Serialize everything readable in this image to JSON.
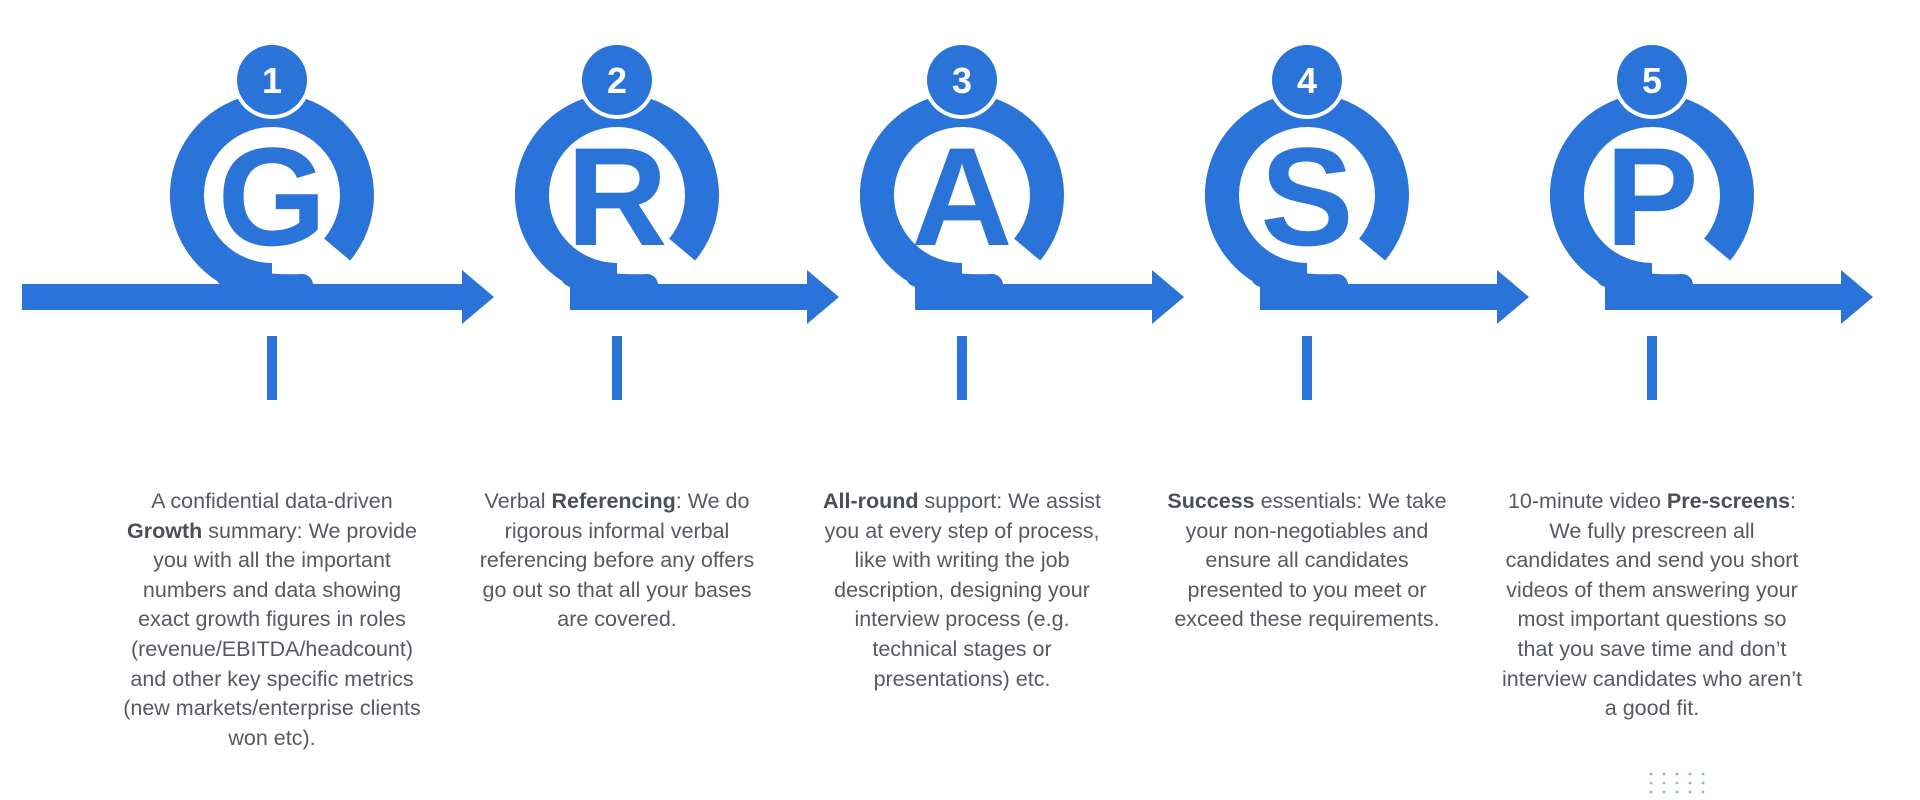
{
  "colors": {
    "accent": "#2a73d8",
    "text": "#555a60",
    "background": "#ffffff"
  },
  "steps": [
    {
      "number": "1",
      "letter": "G",
      "text_before": "A confidential data-driven ",
      "bold": "Growth",
      "text_after": " summary: We provide you with all the important numbers and data showing exact growth figures in roles (revenue/EBITDA/headcount) and other key specific metrics (new markets/enterprise clients won etc)."
    },
    {
      "number": "2",
      "letter": "R",
      "text_before": "Verbal ",
      "bold": "Referencing",
      "text_after": ": We do rigorous informal verbal referencing before any offers go out so that all your bases are covered."
    },
    {
      "number": "3",
      "letter": "A",
      "text_before": "",
      "bold": "All-round",
      "text_after": " support: We assist you at every step of process, like with writing the job description, designing your interview process (e.g. technical stages or presentations) etc."
    },
    {
      "number": "4",
      "letter": "S",
      "text_before": "",
      "bold": "Success",
      "text_after": " essentials: We take your non-negotiables and ensure all candidates presented to you meet or exceed these requirements."
    },
    {
      "number": "5",
      "letter": "P",
      "text_before": "10-minute video ",
      "bold": "Pre-screens",
      "text_after": ": We fully prescreen all candidates and send you short videos of them answering your most important questions so that you save time and don’t interview candidates who aren’t a good fit."
    }
  ]
}
